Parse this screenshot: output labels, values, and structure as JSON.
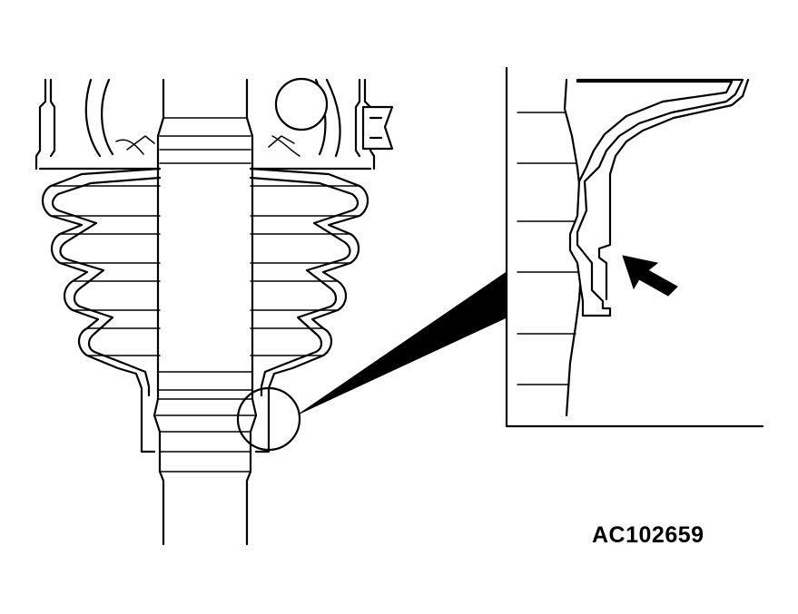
{
  "figure": {
    "id_label": "AC102659",
    "subject": "cv-joint-boot-and-clamp",
    "detail_view": "boot-lip-seated-in-shaft-groove",
    "arrow_icon": "arrow-up-left-icon"
  },
  "colors": {
    "line": "#000000",
    "background": "#ffffff"
  }
}
